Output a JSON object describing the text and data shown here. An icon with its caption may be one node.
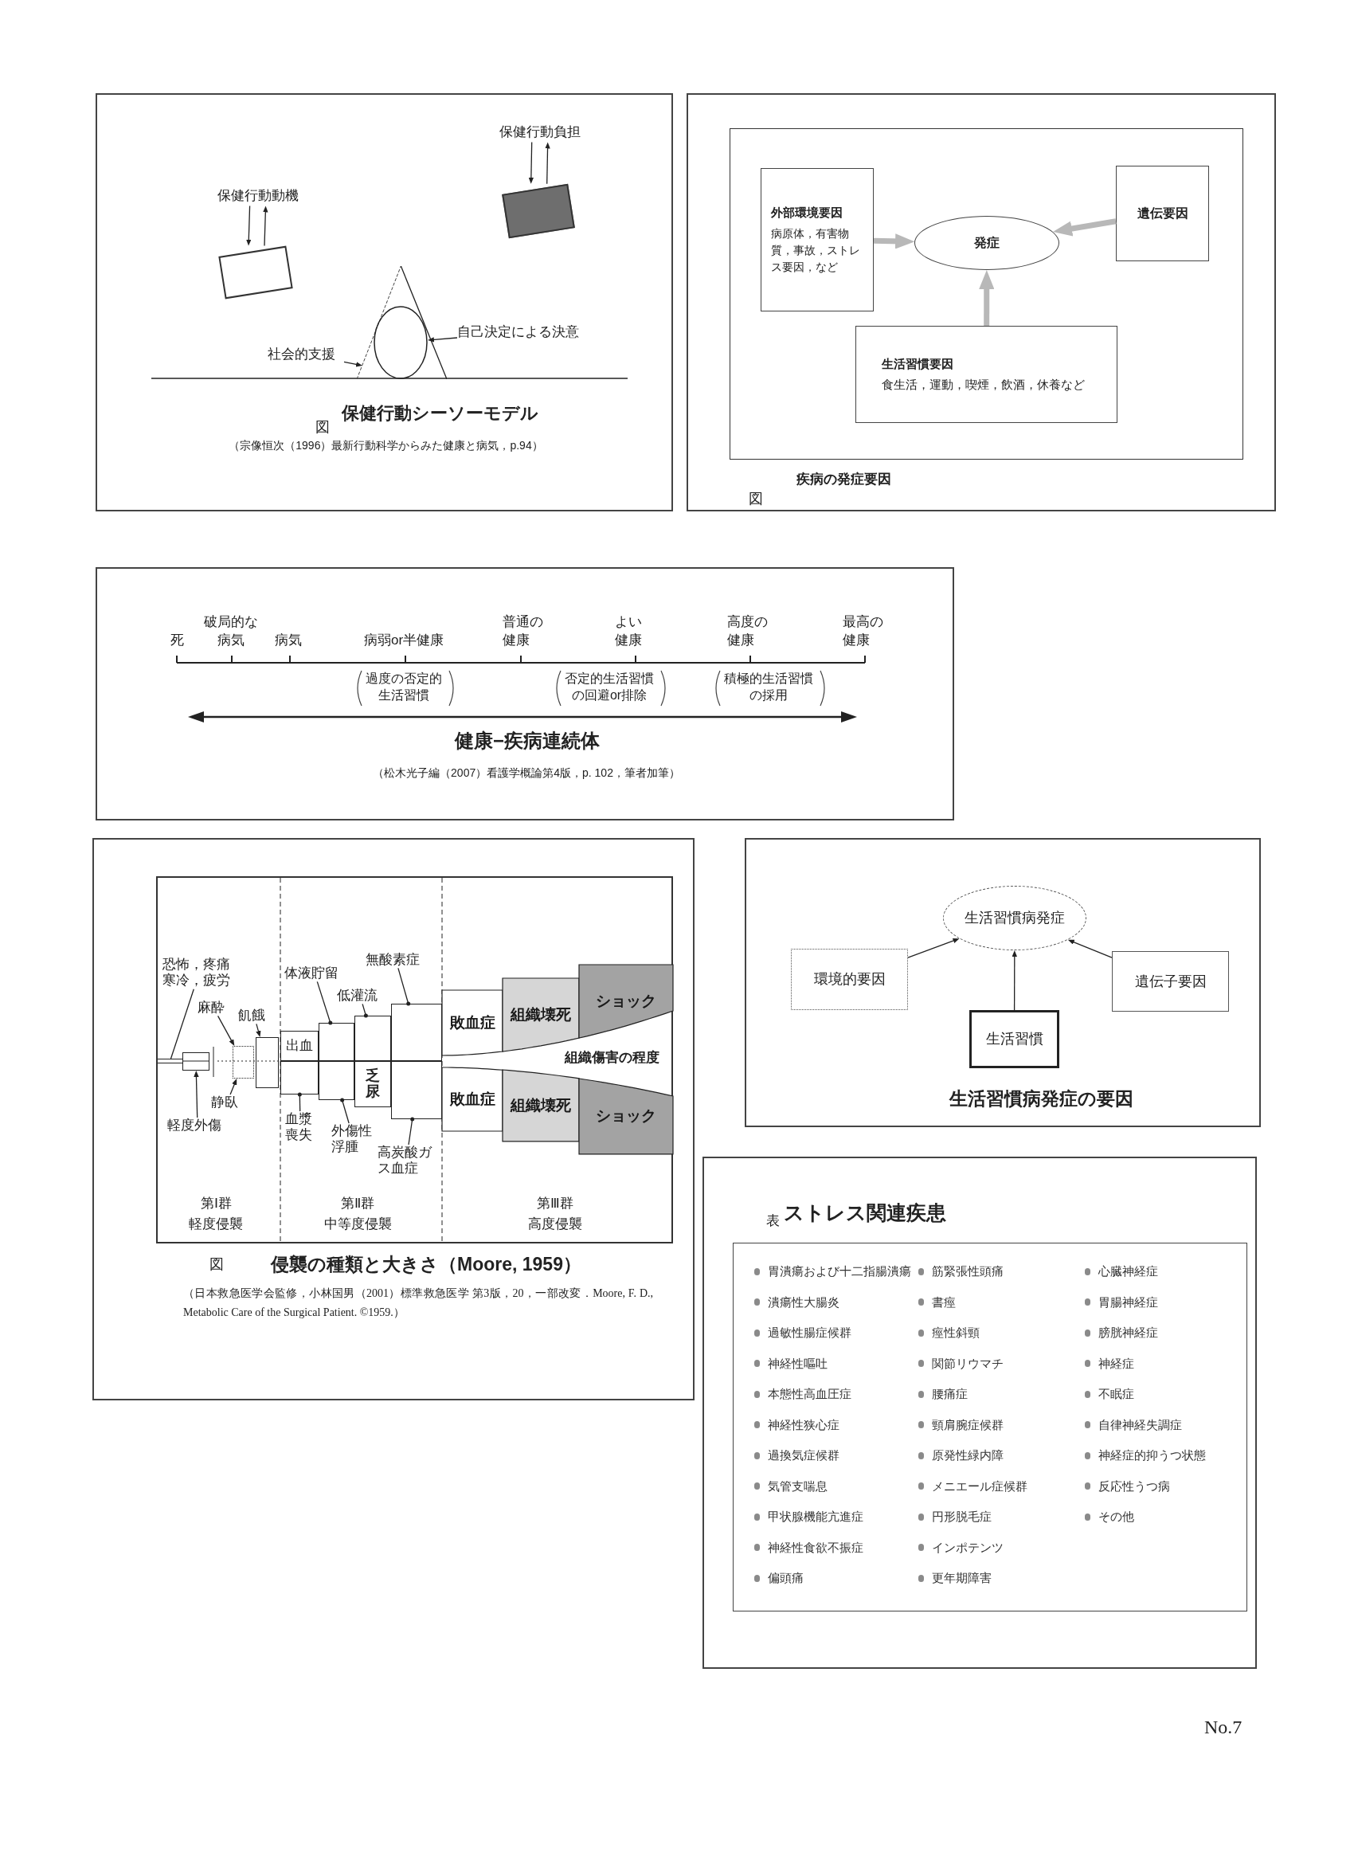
{
  "diagram": {
    "nodes": [
      {
        "text": [
          "保健行動シーソーモデル",
          "図",
          "（宗像恒次（1996）最新行動科学からみた健康と病気，p.94）"
        ]
      },
      {
        "text": [
          "保健行動負担"
        ],
        "in": 0
      },
      {
        "text": [],
        "shape": "box",
        "in": 0
      },
      {
        "text": [
          "保健行動動機"
        ],
        "in": 0
      },
      {
        "text": [],
        "shape": "box",
        "in": 0
      },
      {
        "text": [],
        "shape": "triangle",
        "in": 0
      },
      {
        "text": [],
        "shape": "circle",
        "in": 5
      },
      {
        "text": [
          "自己決定による決意"
        ],
        "in": 0
      },
      {
        "text": [
          "社会的支援"
        ],
        "in": 0
      },
      {
        "text": [
          "疾病の発症要因",
          "図"
        ]
      },
      {
        "text": [],
        "shape": "box",
        "in": 9
      },
      {
        "text": [
          "外部環境要因",
          "病原体，有害物質，事故，ストレス要因，など"
        ],
        "in": 10
      },
      {
        "text": [
          "発症"
        ],
        "in": 10
      },
      {
        "text": [
          "遺伝要因"
        ],
        "in": 10
      },
      {
        "text": [
          "生活習慣要因",
          "食生活，運動，喫煙，飲酒，休養など"
        ],
        "in": 10
      },
      {
        "text": [
          "健康−疾病連続体",
          "（松木光子編（2007）看護学概論第4版，p. 102，筆者加筆）"
        ]
      },
      {
        "text": [
          "図",
          "侵襲の種類と大きさ（Moore, 1959）",
          "（日本救急医学会監修，小林国男（2001）標準救急医学 第3版，20，一部改変．Moore, F. D., Metabolic Care of the Surgical Patient. ©1959.）"
        ]
      },
      {
        "text": [],
        "shape": "box",
        "in": 16
      },
      {
        "text": [
          "恐怖，疼痛寒冷，疲労"
        ],
        "in": 17
      },
      {
        "text": [
          "麻酔"
        ],
        "in": 17
      },
      {
        "text": [
          "飢餓"
        ],
        "in": 17
      },
      {
        "text": [
          "静臥"
        ],
        "in": 17
      },
      {
        "text": [
          "軽度外傷"
        ],
        "in": 17
      },
      {
        "text": [
          "体液貯留"
        ],
        "in": 17
      },
      {
        "text": [
          "低灌流"
        ],
        "in": 17
      },
      {
        "text": [
          "無酸素症"
        ],
        "in": 17
      },
      {
        "text": [
          "出血"
        ],
        "in": 17
      },
      {
        "text": [
          "乏尿"
        ],
        "in": 17
      },
      {
        "text": [
          "敗血症"
        ],
        "in": 17
      },
      {
        "text": [
          "組織壊死"
        ],
        "in": 17
      },
      {
        "text": [
          "ショック"
        ],
        "in": 17
      },
      {
        "text": [
          "敗血症"
        ],
        "in": 17
      },
      {
        "text": [
          "組織壊死"
        ],
        "in": 17
      },
      {
        "text": [
          "ショック"
        ],
        "in": 17
      },
      {
        "text": [
          "血漿喪失"
        ],
        "in": 17
      },
      {
        "text": [
          "外傷性浮腫"
        ],
        "in": 17
      },
      {
        "text": [
          "高炭酸ガス血症"
        ],
        "in": 17
      },
      {
        "text": [
          "生活習慣病発症の要因"
        ]
      },
      {
        "text": [
          "生活習慣病発症"
        ],
        "in": 37
      },
      {
        "text": [
          "環境的要因"
        ],
        "in": 37
      },
      {
        "text": [
          "遺伝子要因"
        ],
        "in": 37
      },
      {
        "text": [
          "生活習慣"
        ],
        "in": 37
      },
      {
        "text": [
          "表",
          "ストレス関連疾患"
        ]
      },
      {
        "text": [
          "胃潰瘍および十二指腸潰瘍",
          "潰瘍性大腸炎",
          "過敏性腸症候群",
          "神経性嘔吐",
          "本態性高血圧症",
          "神経性狭心症",
          "過換気症候群",
          "気管支喘息",
          "甲状腺機能亢進症",
          "神経性食欲不振症",
          "偏頭痛",
          "筋緊張性頭痛",
          "書痙",
          "痙性斜頸",
          "関節リウマチ",
          "腰痛症",
          "頸肩腕症候群",
          "原発性緑内障",
          "メニエール症候群",
          "円形脱毛症",
          "インポテンツ",
          "更年期障害",
          "心臓神経症",
          "胃腸神経症",
          "膀胱神経症",
          "神経症",
          "不眠症",
          "自律神経失調症",
          "神経症的抑うつ状態",
          "反応性うつ病",
          "その他"
        ],
        "in": 42
      },
      {
        "text": [],
        "shape": "bar",
        "in": 17
      },
      {
        "text": [],
        "shape": "box",
        "in": 17
      },
      {
        "text": [],
        "shape": "box",
        "in": 17
      },
      {
        "text": [],
        "shape": "box",
        "in": 17
      },
      {
        "text": [],
        "shape": "box",
        "in": 17
      },
      {
        "text": [],
        "shape": "box",
        "in": 17
      },
      {
        "text": [],
        "shape": "box",
        "in": 17
      },
      {
        "text": [],
        "shape": "box",
        "in": 17
      },
      {
        "text": [],
        "shape": "box",
        "in": 17
      },
      {
        "text": [],
        "shape": "box",
        "in": 17
      }
    ],
    "edges": [
      {
        "from": 1,
        "to": 2,
        "arrow": "to"
      },
      {
        "from": 2,
        "to": 1,
        "arrow": "to"
      },
      {
        "from": 3,
        "to": 4,
        "arrow": "to"
      },
      {
        "from": 4,
        "to": 3,
        "arrow": "to"
      },
      {
        "from": 7,
        "to": 6,
        "arrow": "to"
      },
      {
        "from": 8,
        "to": 5,
        "arrow": "to"
      },
      {
        "from": 11,
        "to": 12,
        "arrow": "to",
        "style": "thick",
        "color": "#b8b8b8"
      },
      {
        "from": 13,
        "to": 12,
        "arrow": "to",
        "style": "thick",
        "color": "#b8b8b8"
      },
      {
        "from": 14,
        "to": 12,
        "arrow": "to",
        "style": "thick",
        "color": "#b8b8b8"
      },
      {
        "from": 18,
        "to": 44,
        "arrow": "none"
      },
      {
        "from": 19,
        "to": 46,
        "arrow": "to"
      },
      {
        "from": 20,
        "to": 47,
        "arrow": "to"
      },
      {
        "from": 21,
        "to": 46,
        "arrow": "to"
      },
      {
        "from": 22,
        "to": 45,
        "arrow": "to"
      },
      {
        "from": 23,
        "to": 49,
        "arrow": "other"
      },
      {
        "from": 24,
        "to": 51,
        "arrow": "other"
      },
      {
        "from": 25,
        "to": 52,
        "arrow": "other"
      },
      {
        "from": 34,
        "to": 48,
        "arrow": "other"
      },
      {
        "from": 35,
        "to": 50,
        "arrow": "other"
      },
      {
        "from": 36,
        "to": 53,
        "arrow": "other"
      },
      {
        "from": 39,
        "to": 38,
        "arrow": "to"
      },
      {
        "from": 41,
        "to": 38,
        "arrow": "to"
      },
      {
        "from": 40,
        "to": 38,
        "arrow": "to"
      }
    ],
    "labels": [
      "死",
      "破局的な病気",
      "病気",
      "病弱or半健康",
      "普通の健康",
      "よい健康",
      "高度の健康",
      "最高の健康",
      "過度の否定的生活習慣",
      "否定的生活習慣の回避or排除",
      "積極的生活習慣の採用",
      "組織傷害の程度",
      "第Ⅰ群",
      "軽度侵襲",
      "第Ⅱ群",
      "中等度侵襲",
      "第Ⅲ群",
      "高度侵襲",
      "No.7"
    ]
  }
}
